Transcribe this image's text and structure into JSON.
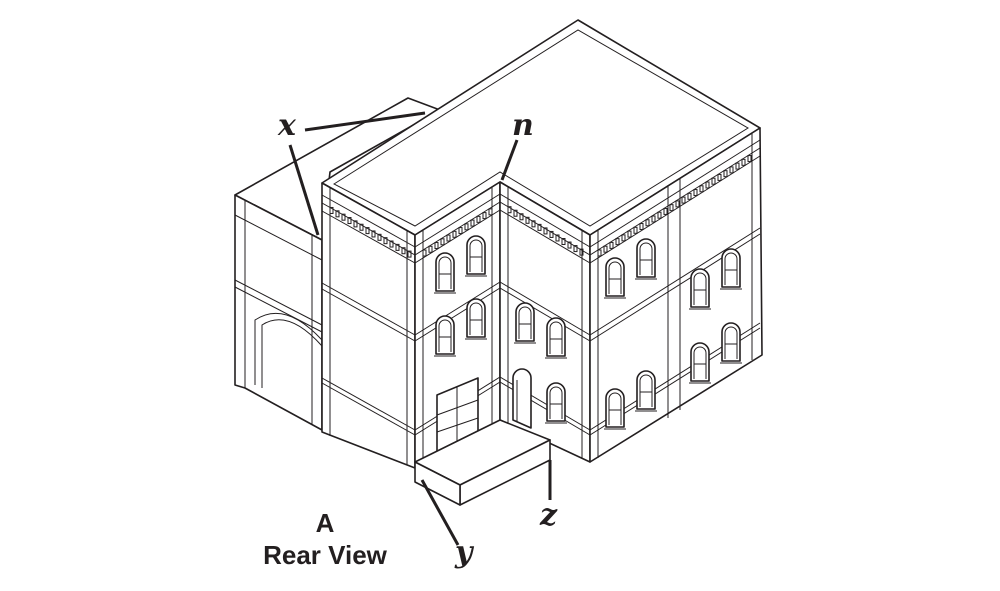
{
  "callouts": {
    "x": "x",
    "n": "n",
    "y": "y",
    "z": "z"
  },
  "caption": {
    "letter": "A",
    "title": "Rear View"
  },
  "colors": {
    "line": "#231f20",
    "background": "#ffffff"
  }
}
